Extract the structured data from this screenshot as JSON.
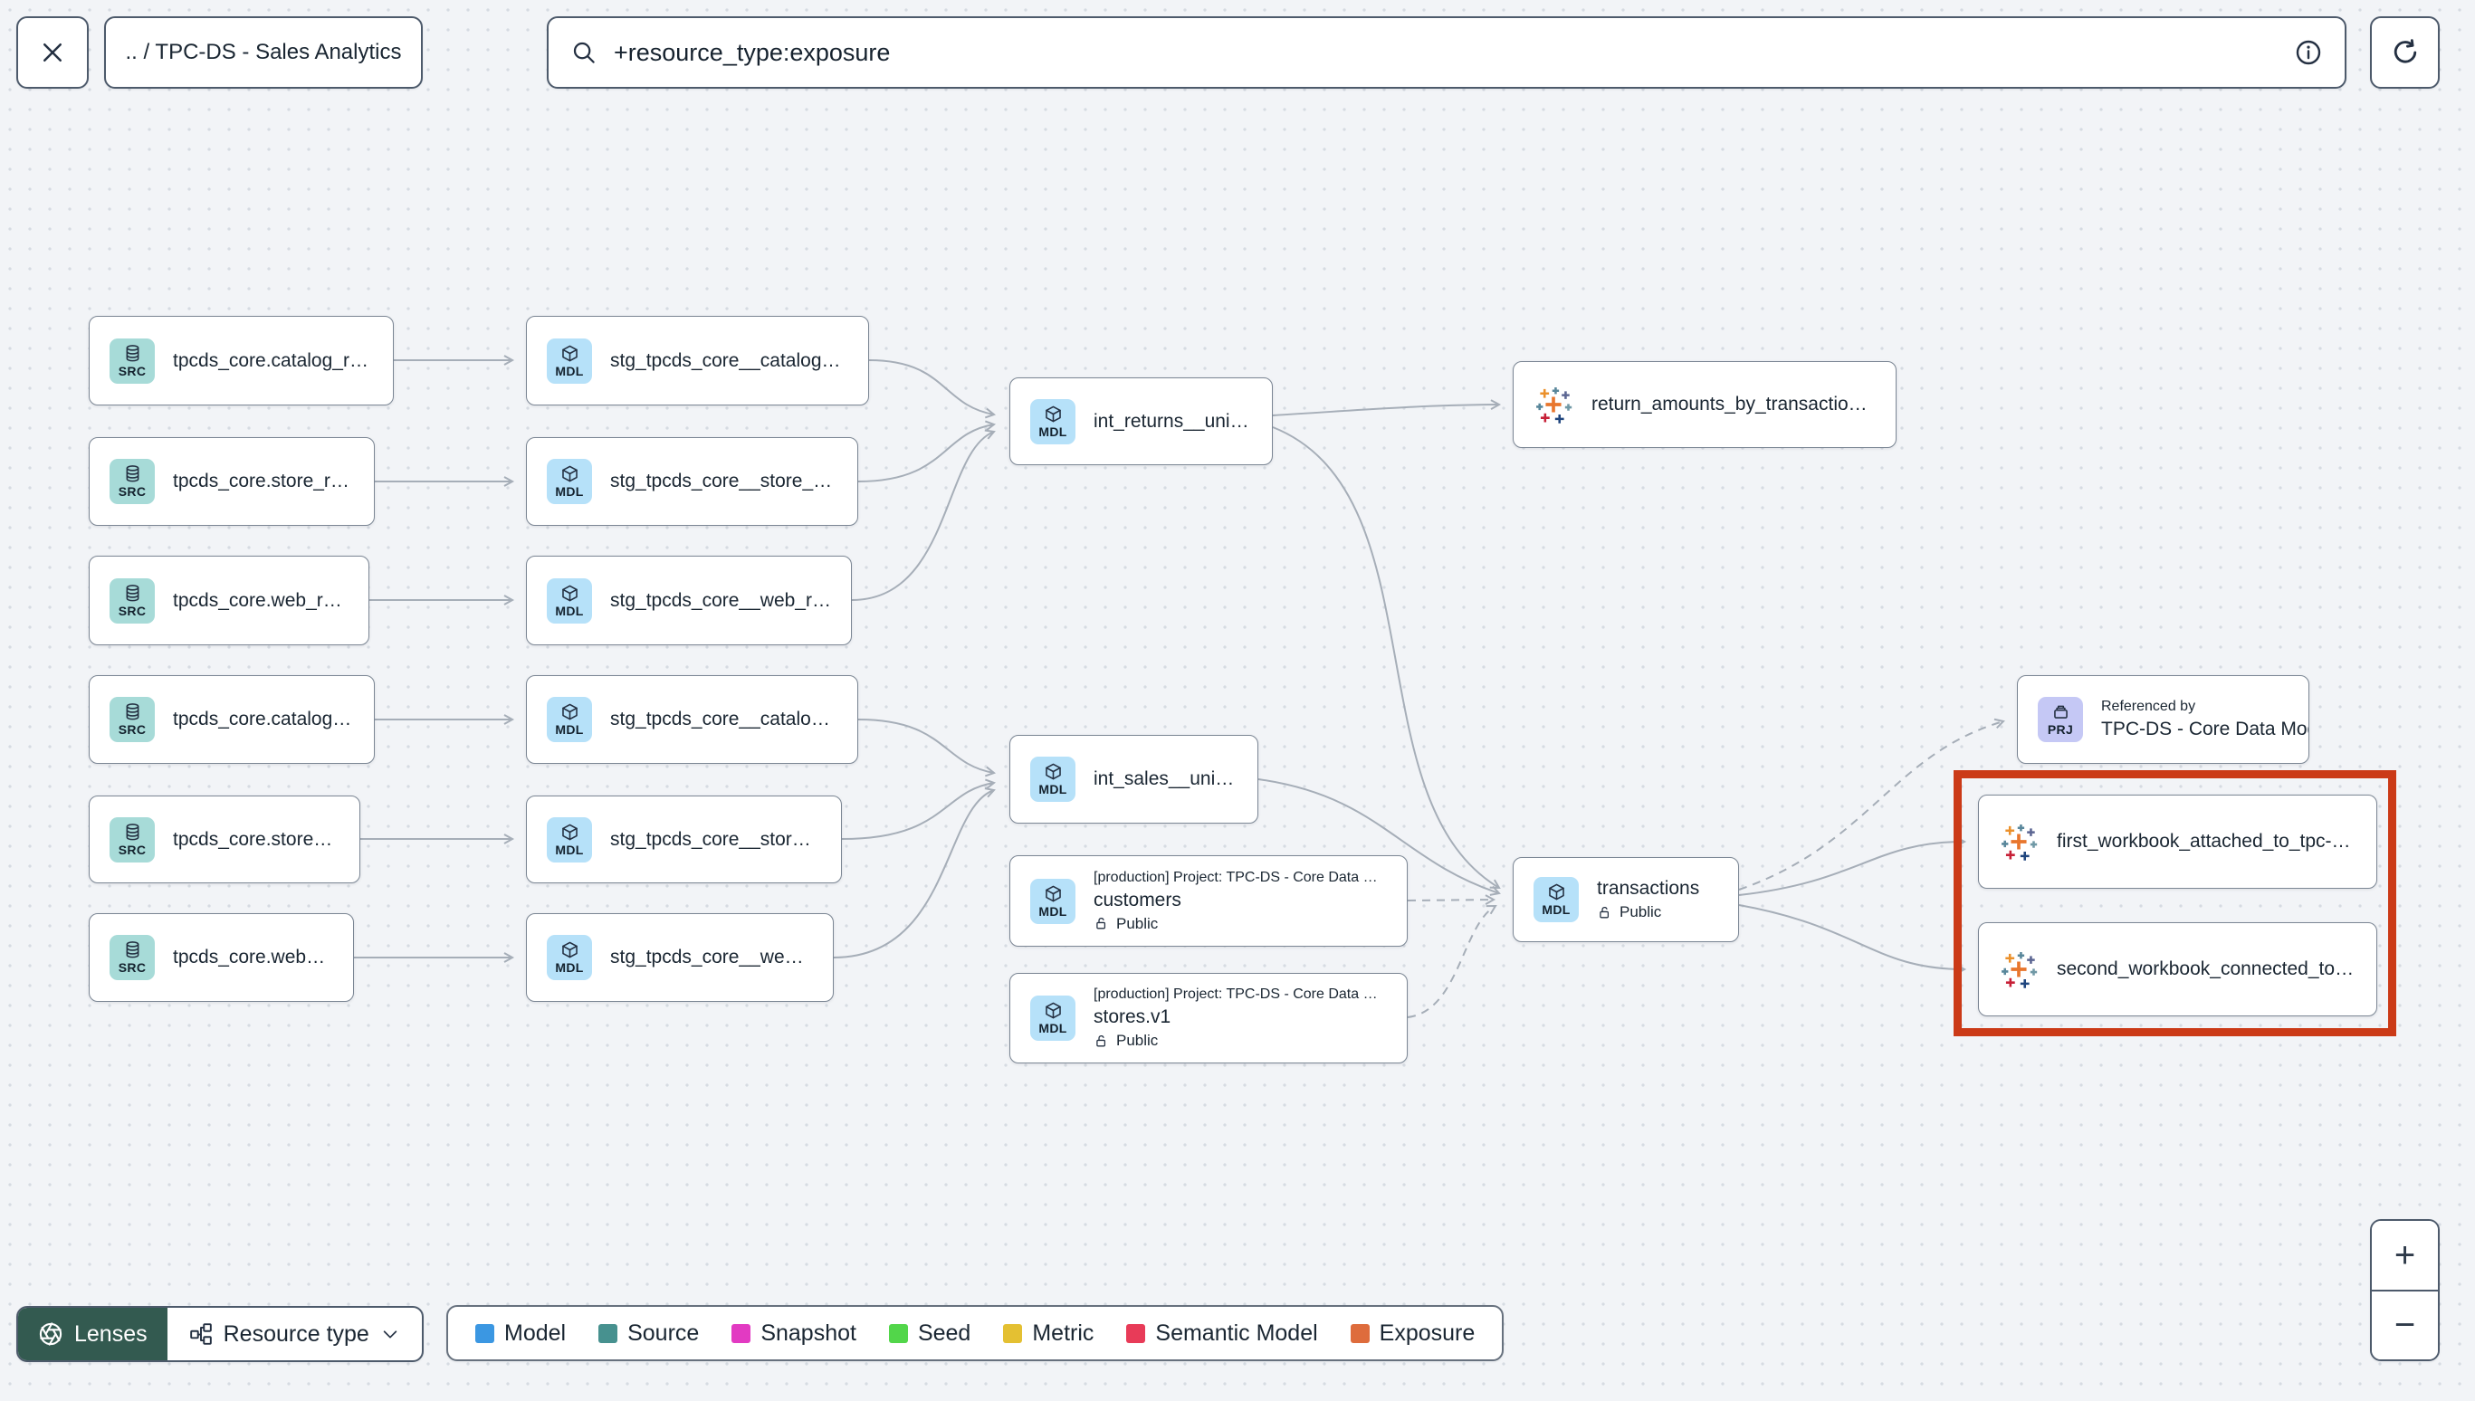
{
  "header": {
    "breadcrumb": ".. / TPC-DS - Sales Analytics",
    "search_value": "+resource_type:exposure"
  },
  "badges": {
    "src": "SRC",
    "mdl": "MDL",
    "prj": "PRJ"
  },
  "graph": {
    "sources": [
      {
        "label": "tpcds_core.catalog_returns"
      },
      {
        "label": "tpcds_core.store_returns"
      },
      {
        "label": "tpcds_core.web_returns"
      },
      {
        "label": "tpcds_core.catalog_sales"
      },
      {
        "label": "tpcds_core.store_sales"
      },
      {
        "label": "tpcds_core.web_sales"
      }
    ],
    "staging": [
      {
        "label": "stg_tpcds_core__catalog_returns"
      },
      {
        "label": "stg_tpcds_core__store_returns"
      },
      {
        "label": "stg_tpcds_core__web_returns"
      },
      {
        "label": "stg_tpcds_core__catalog_sales"
      },
      {
        "label": "stg_tpcds_core__store_sales"
      },
      {
        "label": "stg_tpcds_core__web_sales"
      }
    ],
    "intermediate": [
      {
        "label": "int_returns__unioned"
      },
      {
        "label": "int_sales__unioned"
      }
    ],
    "public_models": [
      {
        "project": "[production] Project: TPC-DS - Core Data Mo…",
        "label": "customers",
        "access": "Public"
      },
      {
        "project": "[production] Project: TPC-DS - Core Data Mo…",
        "label": "stores.v1",
        "access": "Public"
      },
      {
        "label": "transactions",
        "access": "Public"
      }
    ],
    "referenced_by": {
      "title": "Referenced by",
      "label": "TPC-DS - Core Data Models"
    },
    "exposures": [
      {
        "label": "return_amounts_by_transaction_type"
      },
      {
        "label": "first_workbook_attached_to_tpc-ds_-_…"
      },
      {
        "label": "second_workbook_connected_to_live…"
      }
    ]
  },
  "toolbar": {
    "lenses_label": "Lenses",
    "resource_type_label": "Resource type"
  },
  "legend": {
    "items": [
      {
        "label": "Model",
        "color": "#3b97e2"
      },
      {
        "label": "Source",
        "color": "#47918f"
      },
      {
        "label": "Snapshot",
        "color": "#e23ac2"
      },
      {
        "label": "Seed",
        "color": "#52d64a"
      },
      {
        "label": "Metric",
        "color": "#e4c032"
      },
      {
        "label": "Semantic Model",
        "color": "#e83b58"
      },
      {
        "label": "Exposure",
        "color": "#de6c3c"
      }
    ]
  },
  "zoom_controls": {
    "zoom_in": "+",
    "zoom_out": "−"
  },
  "colors": {
    "highlight": "#cb3a17",
    "edge": "#a6aeb8"
  }
}
